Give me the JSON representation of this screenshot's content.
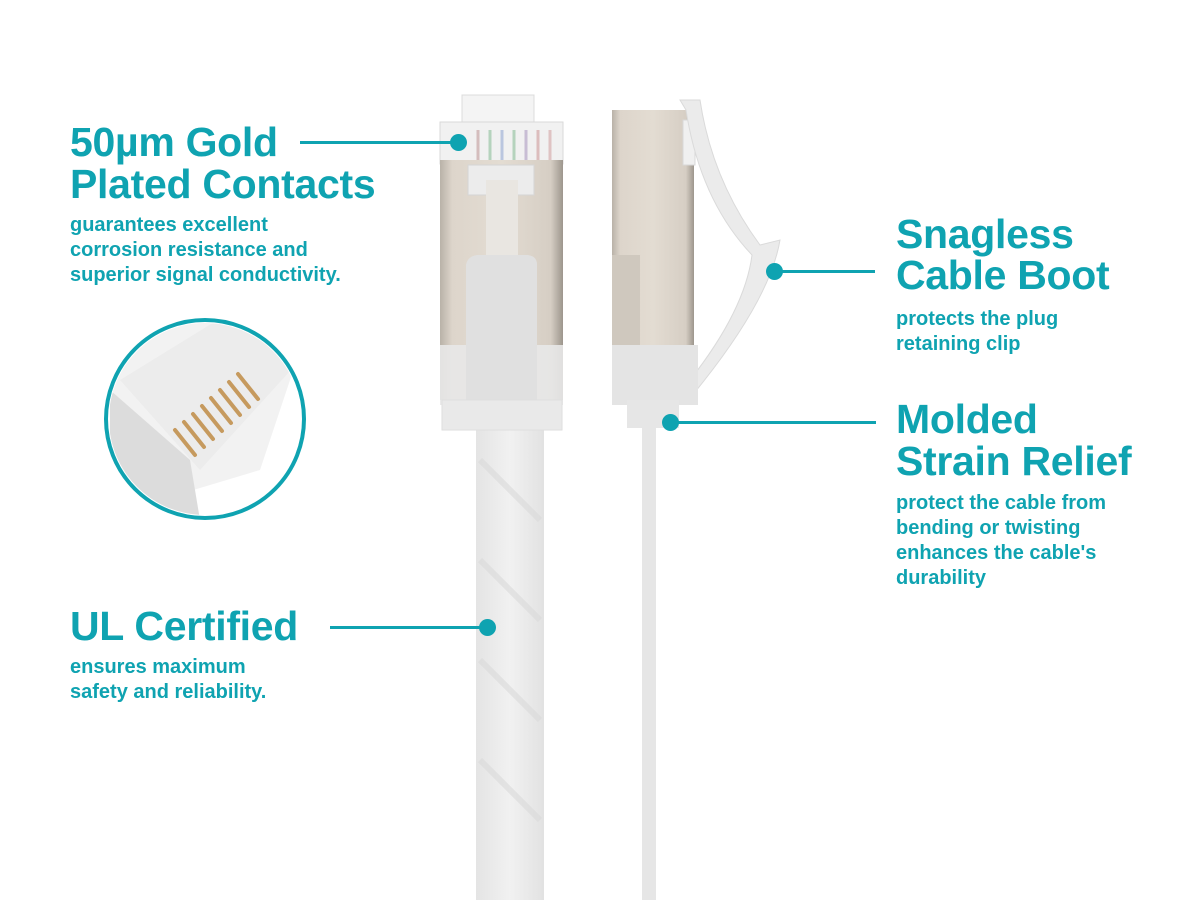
{
  "callouts": {
    "gold_contacts": {
      "title_line1": "50µm Gold",
      "title_line2": "Plated Contacts",
      "desc_line1": "guarantees excellent",
      "desc_line2": "corrosion resistance and",
      "desc_line3": "superior signal conductivity."
    },
    "ul_certified": {
      "title": "UL Certified",
      "desc_line1": "ensures maximum",
      "desc_line2": "safety and reliability."
    },
    "snagless_boot": {
      "title_line1": "Snagless",
      "title_line2": "Cable Boot",
      "desc_line1": "protects the plug",
      "desc_line2": "retaining clip"
    },
    "strain_relief": {
      "title_line1": "Molded",
      "title_line2": "Strain Relief",
      "desc_line1": "protect the cable from",
      "desc_line2": "bending or twisting",
      "desc_line3": "enhances the cable's",
      "desc_line4": "durability"
    }
  },
  "colors": {
    "accent": "#0fa3b1",
    "shield": "#d8d0c6",
    "boot": "#e6e6e6",
    "background": "#ffffff"
  }
}
